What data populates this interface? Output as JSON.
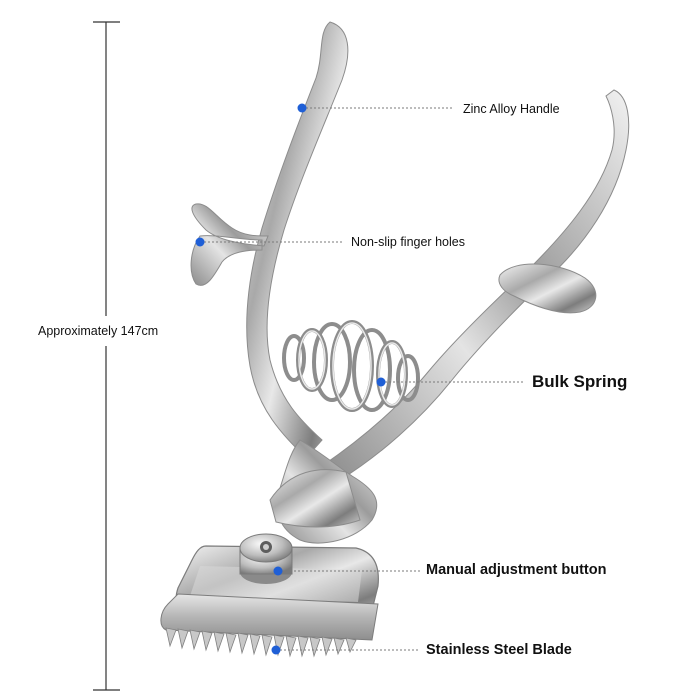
{
  "diagram": {
    "dimension_label": "Approximately 147cm",
    "callouts": [
      {
        "id": "handle",
        "label": "Zinc Alloy Handle"
      },
      {
        "id": "finger-holes",
        "label": "Non-slip finger holes"
      },
      {
        "id": "spring",
        "label": "Bulk Spring"
      },
      {
        "id": "adjustment",
        "label": "Manual adjustment button"
      },
      {
        "id": "blade",
        "label": "Stainless Steel Blade"
      }
    ],
    "marker_color": "#1f5fd6",
    "leader_color": "#7a7a7a"
  }
}
